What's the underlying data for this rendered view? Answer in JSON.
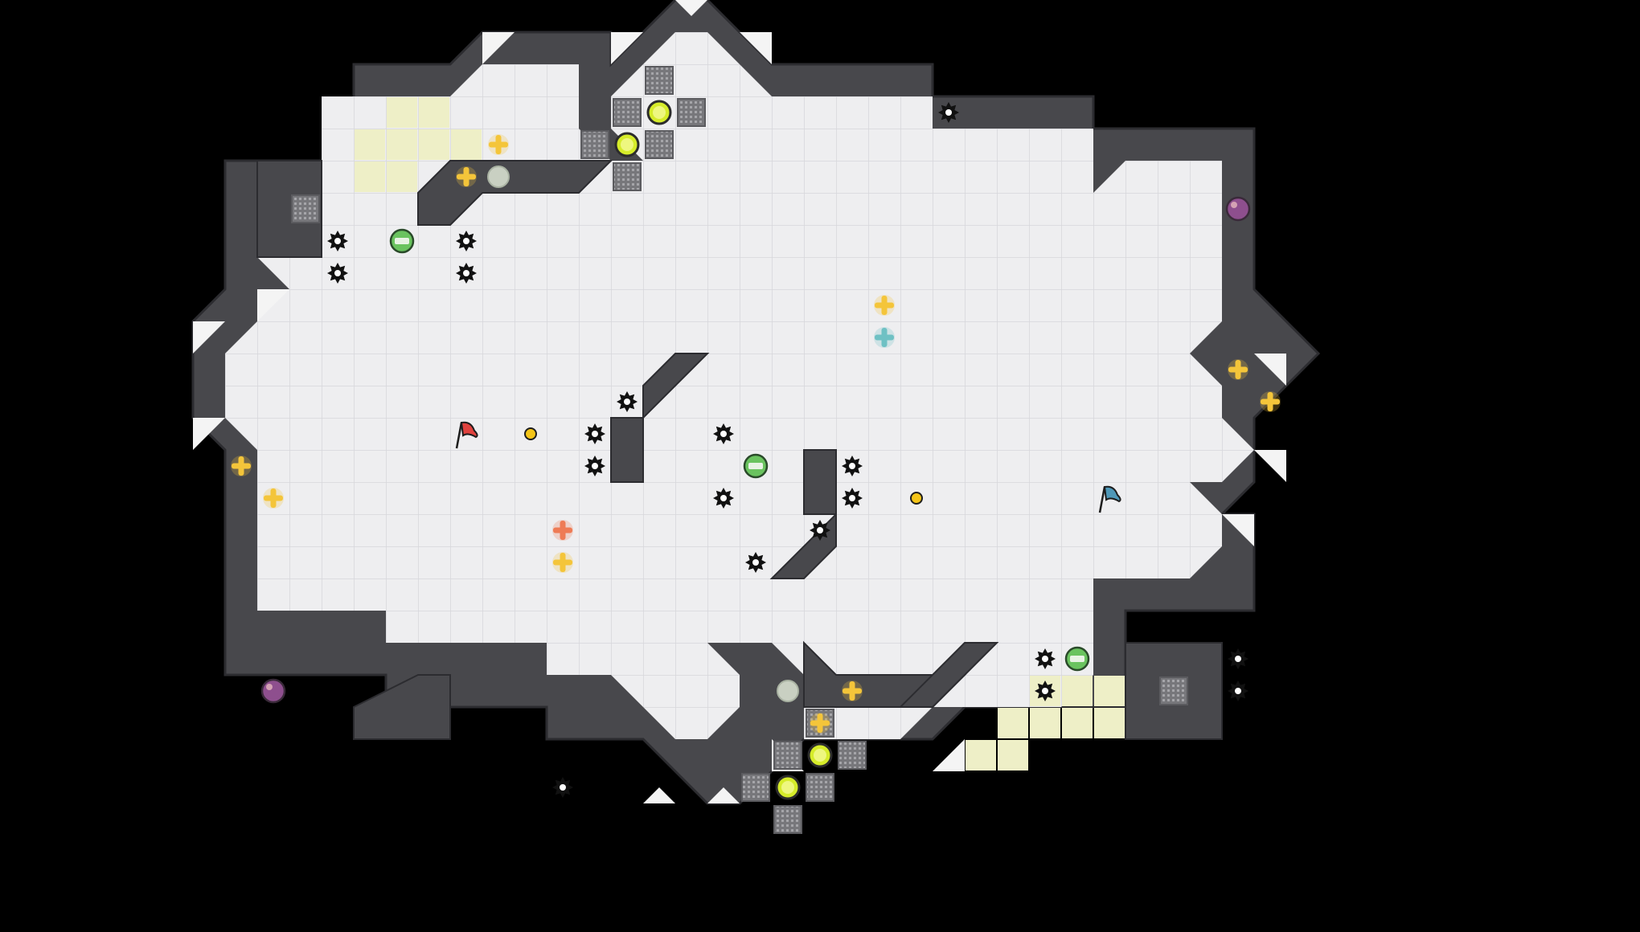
{
  "game": {
    "name": "",
    "colors": {
      "background": "#000000",
      "floor": "#eeeef0",
      "floor_line": "#d7d7db",
      "wall": "#48484c",
      "wall_edge": "#2c2c30",
      "notch": "#f4f4f4",
      "start_zone": "#eeefc7",
      "grate": "#8a8a8e",
      "team_red": "#e0423e",
      "team_blue": "#4f98b8",
      "boost_yellow": "#f4c53a",
      "boost_red": "#ee7b55",
      "boost_teal": "#6fc1c4",
      "powerup_green": "#6ac35f",
      "bomb_purple": "#8e4f8e",
      "spike": "#111111",
      "portal": "#d6ec2a"
    },
    "flags": [
      {
        "team": "red",
        "icon": "red-flag-icon",
        "col": 6,
        "row": 12
      },
      {
        "team": "blue",
        "icon": "blue-flag-icon",
        "col": 26,
        "row": 14
      }
    ]
  }
}
